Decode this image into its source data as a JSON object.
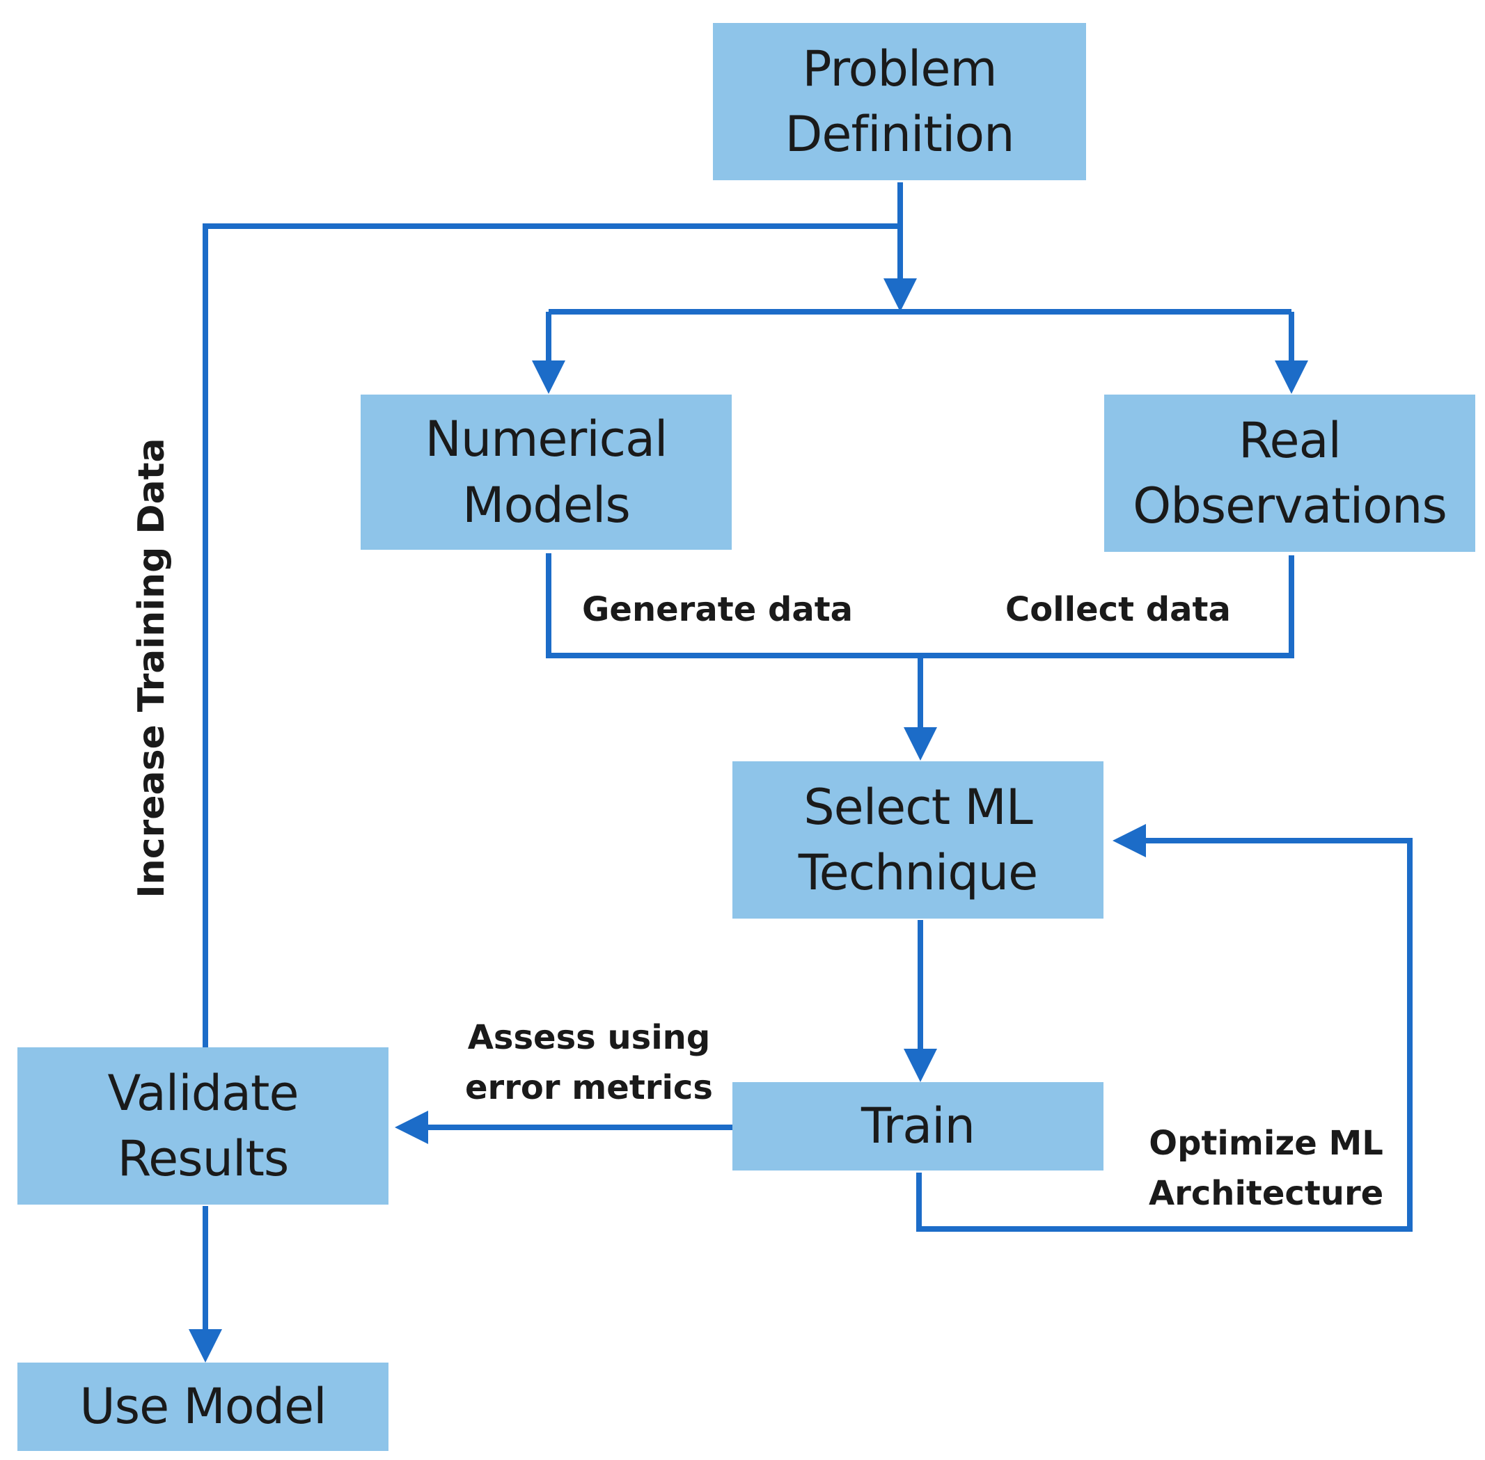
{
  "nodes": {
    "problem_definition": {
      "line1": "Problem",
      "line2": "Definition"
    },
    "numerical_models": {
      "line1": "Numerical",
      "line2": "Models"
    },
    "real_observations": {
      "line1": "Real",
      "line2": "Observations"
    },
    "select_ml_technique": {
      "line1": "Select ML",
      "line2": "Technique"
    },
    "train": {
      "line1": "Train"
    },
    "validate_results": {
      "line1": "Validate",
      "line2": "Results"
    },
    "use_model": {
      "line1": "Use Model"
    }
  },
  "edge_labels": {
    "generate_data": "Generate data",
    "collect_data": "Collect data",
    "assess_line1": "Assess using",
    "assess_line2": "error metrics",
    "optimize_line1": "Optimize ML",
    "optimize_line2": "Architecture",
    "increase_training_data": "Increase Training Data"
  },
  "colors": {
    "box_fill": "#8EC4E9",
    "arrow": "#1C6CC8",
    "text": "#1a1a1a"
  }
}
